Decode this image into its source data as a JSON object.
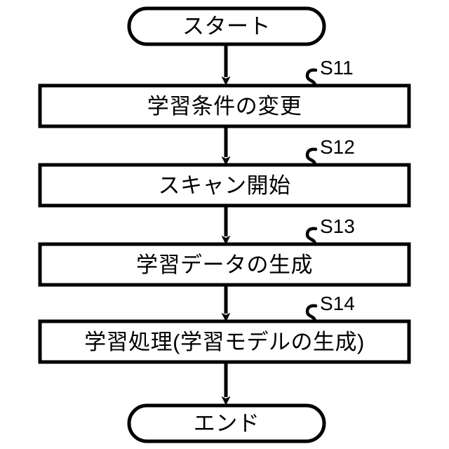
{
  "diagram": {
    "type": "flowchart",
    "orientation": "vertical",
    "line_color": "#000000",
    "fill_color": "#ffffff",
    "nodes": [
      {
        "id": "start",
        "shape": "terminator",
        "label": "スタート",
        "step": ""
      },
      {
        "id": "s11",
        "shape": "process",
        "label": "学習条件の変更",
        "step": "S11"
      },
      {
        "id": "s12",
        "shape": "process",
        "label": "スキャン開始",
        "step": "S12"
      },
      {
        "id": "s13",
        "shape": "process",
        "label": "学習データの生成",
        "step": "S13"
      },
      {
        "id": "s14",
        "shape": "process",
        "label": "学習処理(学習モデルの生成)",
        "step": "S14"
      },
      {
        "id": "end",
        "shape": "terminator",
        "label": "エンド",
        "step": ""
      }
    ],
    "connectors": [
      {
        "from": "start",
        "to": "s11",
        "arrow": "down"
      },
      {
        "from": "s11",
        "to": "s12",
        "arrow": "down"
      },
      {
        "from": "s12",
        "to": "s13",
        "arrow": "down"
      },
      {
        "from": "s13",
        "to": "s14",
        "arrow": "down"
      },
      {
        "from": "s14",
        "to": "end",
        "arrow": "down"
      }
    ]
  }
}
